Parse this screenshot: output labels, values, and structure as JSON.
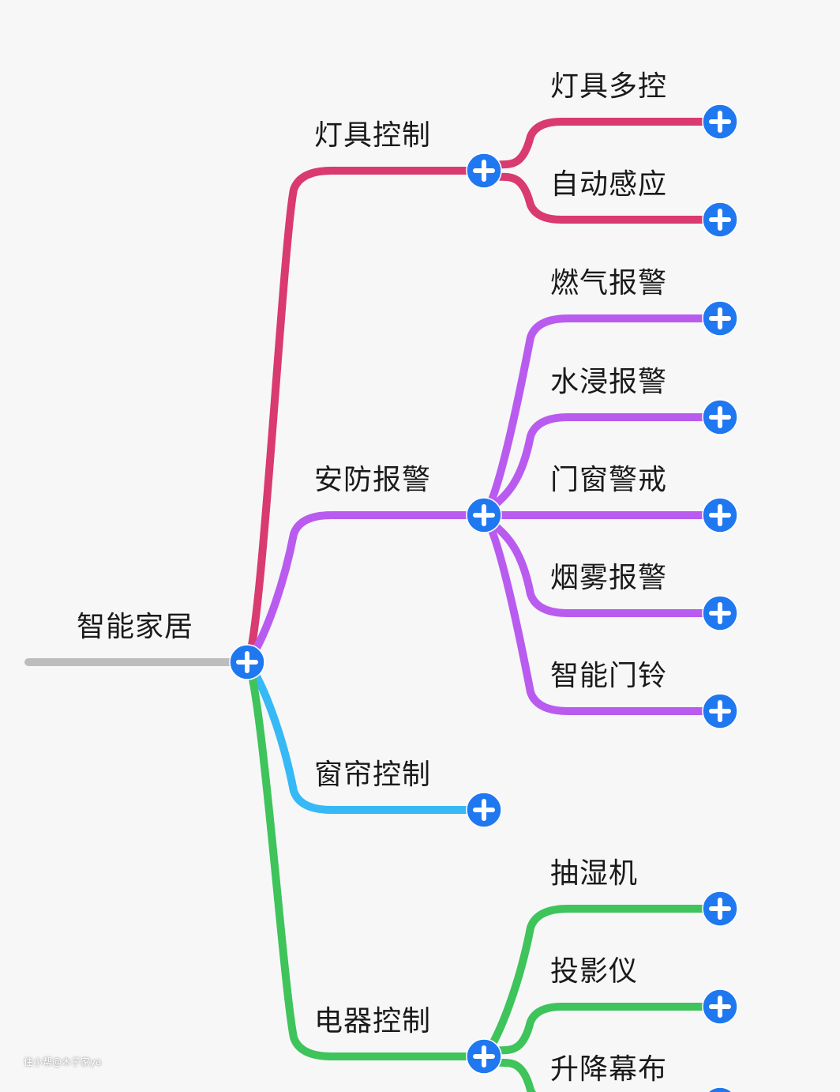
{
  "mindmap": {
    "root": {
      "label": "智能家居",
      "color": "#bdbdbd"
    },
    "branches": [
      {
        "label": "灯具控制",
        "color": "#d93a6f",
        "children": [
          {
            "label": "灯具多控"
          },
          {
            "label": "自动感应"
          }
        ]
      },
      {
        "label": "安防报警",
        "color": "#b95bef",
        "children": [
          {
            "label": "燃气报警"
          },
          {
            "label": "水浸报警"
          },
          {
            "label": "门窗警戒"
          },
          {
            "label": "烟雾报警"
          },
          {
            "label": "智能门铃"
          }
        ]
      },
      {
        "label": "窗帘控制",
        "color": "#36b9f5",
        "children": []
      },
      {
        "label": "电器控制",
        "color": "#3ec45a",
        "children": [
          {
            "label": "抽湿机"
          },
          {
            "label": "投影仪"
          },
          {
            "label": "升降幕布"
          }
        ]
      }
    ],
    "node_button": {
      "icon": "plus-icon",
      "color": "#1f78f0"
    }
  },
  "watermark": "住小帮@木子家ya"
}
